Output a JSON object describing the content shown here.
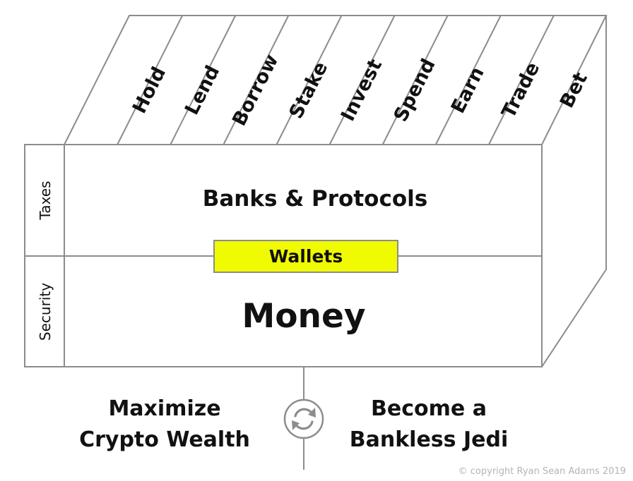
{
  "activities": [
    "Hold",
    "Lend",
    "Borrow",
    "Stake",
    "Invest",
    "Spend",
    "Earn",
    "Trade",
    "Bet"
  ],
  "side_labels": {
    "top": "Taxes",
    "bottom": "Security"
  },
  "layers": {
    "top": "Banks & Protocols",
    "middle": "Wallets",
    "bottom": "Money"
  },
  "goals": {
    "left": [
      "Maximize",
      "Crypto Wealth"
    ],
    "right": [
      "Become a",
      "Bankless Jedi"
    ]
  },
  "cycle_icon": "refresh-icon",
  "colors": {
    "wallets_highlight": "#f0fb00",
    "lines": "#8c8c8c",
    "copyright": "#b4b4b4"
  },
  "copyright": "© copyright Ryan Sean Adams 2019"
}
